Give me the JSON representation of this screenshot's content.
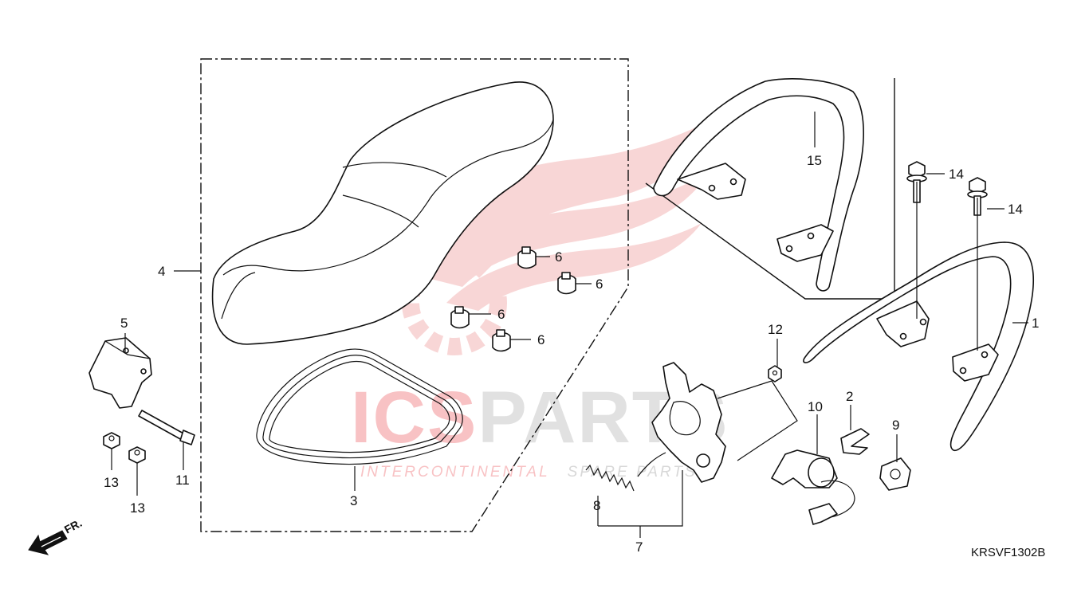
{
  "watermark": {
    "brand_part1": "ICS",
    "brand_part2": "PARTS",
    "tagline_part1": "INTERCONTINENTAL",
    "tagline_part2": "SPARE PARTS",
    "colors": {
      "accent": "#e8353b",
      "neutral": "#c8c8c8",
      "logo": "#f2b8b8"
    }
  },
  "diagram_code": "KRSVF1302B",
  "direction_label": "FR.",
  "callouts": {
    "c1": "1",
    "c2": "2",
    "c3": "3",
    "c4": "4",
    "c5": "5",
    "c6a": "6",
    "c6b": "6",
    "c6c": "6",
    "c6d": "6",
    "c7": "7",
    "c8": "8",
    "c9": "9",
    "c10": "10",
    "c11": "11",
    "c12": "12",
    "c13a": "13",
    "c13b": "13",
    "c14a": "14",
    "c14b": "14",
    "c15": "15"
  }
}
